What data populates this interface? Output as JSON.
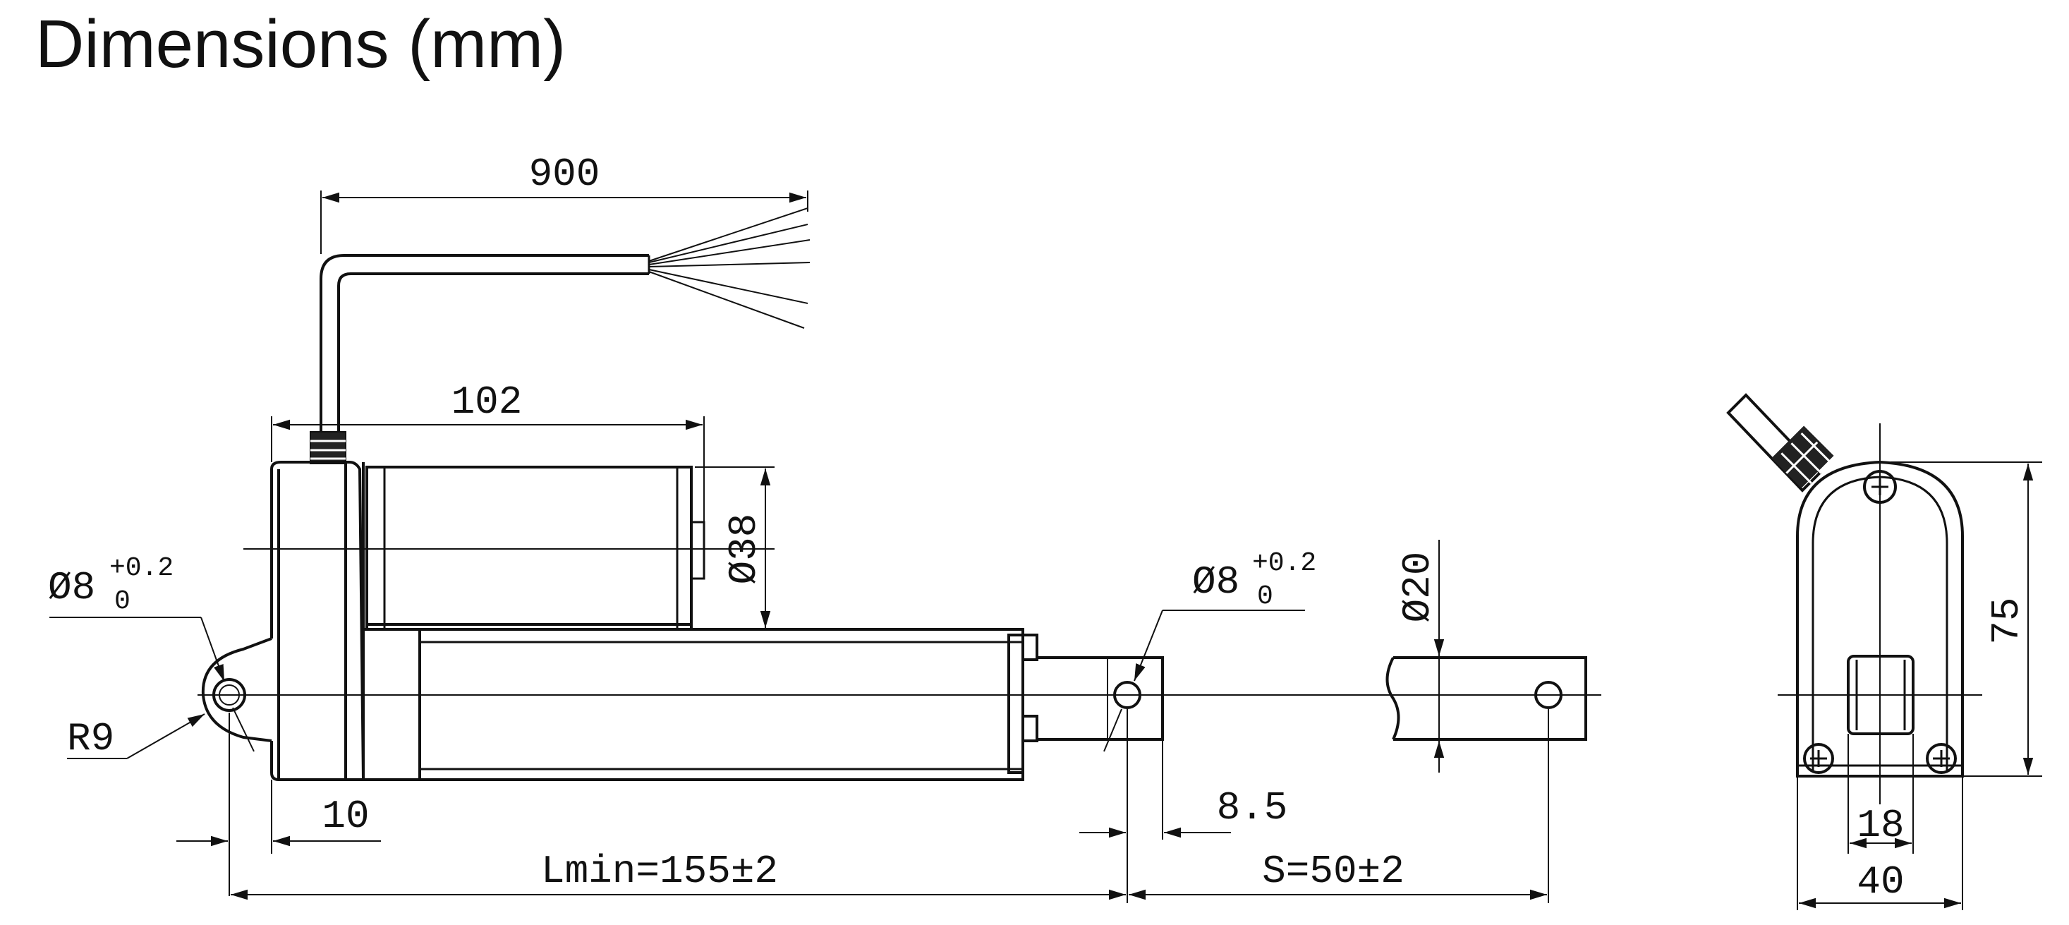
{
  "title": "Dimensions (mm)",
  "dimensions": {
    "cable_length": "900",
    "motor_length": "102",
    "motor_diameter": "Ø38",
    "rear_hole": "Ø8",
    "rear_tol_plus": "+0.2",
    "rear_tol_zero": "0",
    "front_hole": "Ø8",
    "front_tol_plus": "+0.2",
    "front_tol_zero": "0",
    "rod_diameter": "Ø20",
    "radius": "R9",
    "rear_offset": "10",
    "rod_end_offset": "8.5",
    "lmin": "Lmin=155±2",
    "stroke": "S=50±2",
    "end_height": "75",
    "end_inner_width": "18",
    "end_width": "40"
  }
}
